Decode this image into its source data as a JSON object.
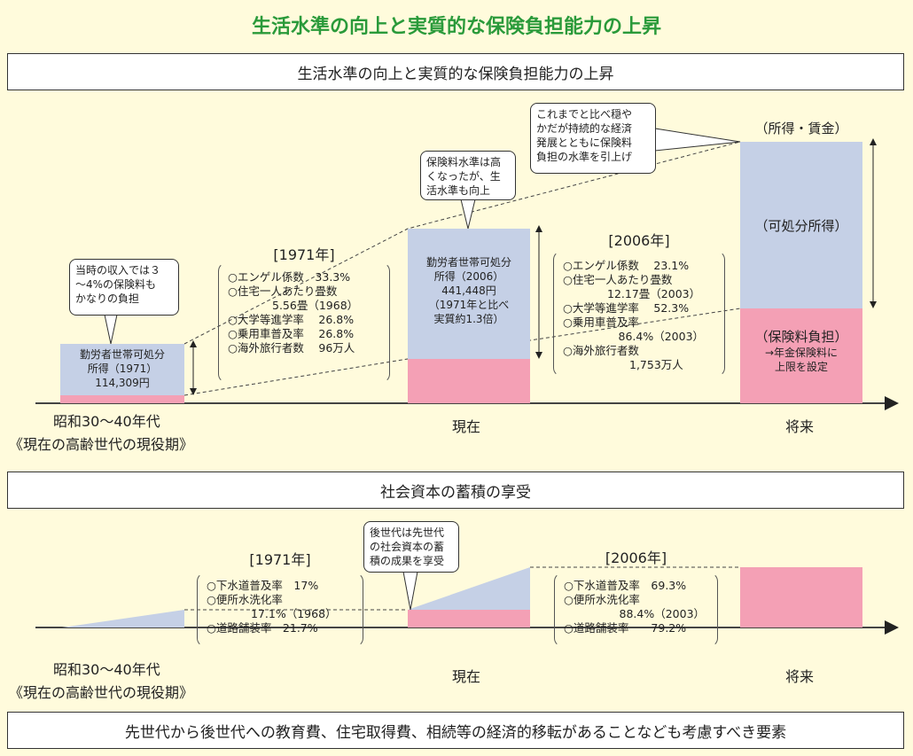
{
  "title": "生活水準の向上と実質的な保険負担能力の上昇",
  "section1": {
    "header": "生活水準の向上と実質的な保険負担能力の上昇",
    "past_bar": [
      "勤労者世帯可処分",
      "所得（1971）",
      "114,309円"
    ],
    "present_bar": [
      "勤労者世帯可処分",
      "所得（2006）",
      "441,448円",
      "（1971年と比べ",
      "実質約1.3倍）"
    ],
    "future_top_label": "（所得・賃金）",
    "future_disposable": "（可処分所得）",
    "future_burden": "（保険料負担）",
    "future_burden_note": [
      "→年金保険料に",
      "上限を設定"
    ],
    "bubble_past": [
      "当時の収入では３",
      "～4%の保険料も",
      "かなりの負担"
    ],
    "bubble_present": [
      "保険料水準は高",
      "くなったが、生",
      "活水準も向上"
    ],
    "bubble_future": [
      "これまでと比べ穏や",
      "かだが持続的な経済",
      "発展とともに保険料",
      "負担の水準を引上げ"
    ],
    "year1971": "[1971年]",
    "stats1971": "○エンゲル係数　33.3%\n○住宅一人あたり畳数\n　　　　5.56畳（1968）\n○大学等進学率　 26.8%\n○乗用車普及率　 26.8%\n○海外旅行者数　 96万人",
    "year2006": "[2006年]",
    "stats2006": "○エンゲル係数　 23.1%\n○住宅一人あたり畳数\n　　　　12.17畳（2003）\n○大学等進学率　 52.3%\n○乗用車普及率\n　　　　　86.4%（2003）\n○海外旅行者数\n　　　　　　1,753万人",
    "axis": {
      "past": "昭和30～40年代",
      "past_sub": "《現在の高齢世代の現役期》",
      "present": "現在",
      "future": "将来"
    }
  },
  "section2": {
    "header": "社会資本の蓄積の享受",
    "bubble": [
      "後世代は先世代",
      "の社会資本の蓄",
      "積の成果を享受"
    ],
    "year1971": "[1971年]",
    "stats1971": "○下水道普及率　17%\n○便所水洗化率\n　　　　17.1%（1968）\n○道路舗装率　21.7%",
    "year2006": "[2006年]",
    "stats2006": "○下水道普及率　69.3%\n○便所水洗化率\n　　　　　88.4%（2003）\n○道路舗装率　　79.2%",
    "axis": {
      "past": "昭和30～40年代",
      "past_sub": "《現在の高齢世代の現役期》",
      "present": "現在",
      "future": "将来"
    }
  },
  "footer": "先世代から後世代への教育費、住宅取得費、相続等の経済的移転があることなども考慮すべき要素",
  "colors": {
    "title": "#2a9a3a",
    "disposable": "#c5d0e6",
    "burden": "#f4a0b5",
    "background": "#fffbdc"
  }
}
